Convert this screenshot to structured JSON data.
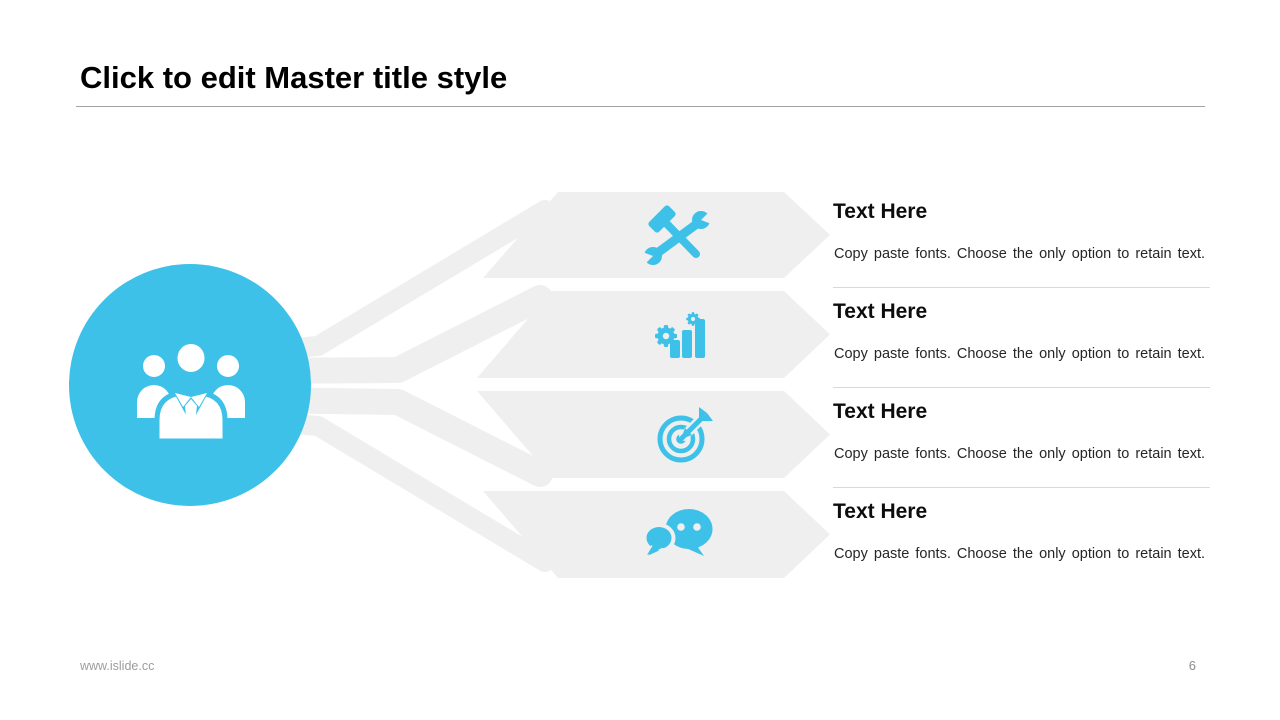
{
  "slide": {
    "title": "Click to edit Master title style",
    "hub": {
      "icon": "team-icon"
    },
    "items": [
      {
        "icon": "tools-icon",
        "heading": "Text Here",
        "body": "Copy paste fonts. Choose the only option to retain text."
      },
      {
        "icon": "growth-chart-icon",
        "heading": "Text Here",
        "body": "Copy paste fonts. Choose the only option to retain text."
      },
      {
        "icon": "target-icon",
        "heading": "Text Here",
        "body": "Copy paste fonts. Choose the only option to retain text."
      },
      {
        "icon": "chat-icon",
        "heading": "Text Here",
        "body": "Copy paste fonts. Choose the only option to retain text."
      }
    ],
    "footer": {
      "url": "www.islide.cc",
      "page_number": "6"
    },
    "colors": {
      "accent_blue": "#3EC1E8",
      "shape_gray": "#EFEFEF",
      "divider_gray": "#D9D9D9"
    }
  }
}
